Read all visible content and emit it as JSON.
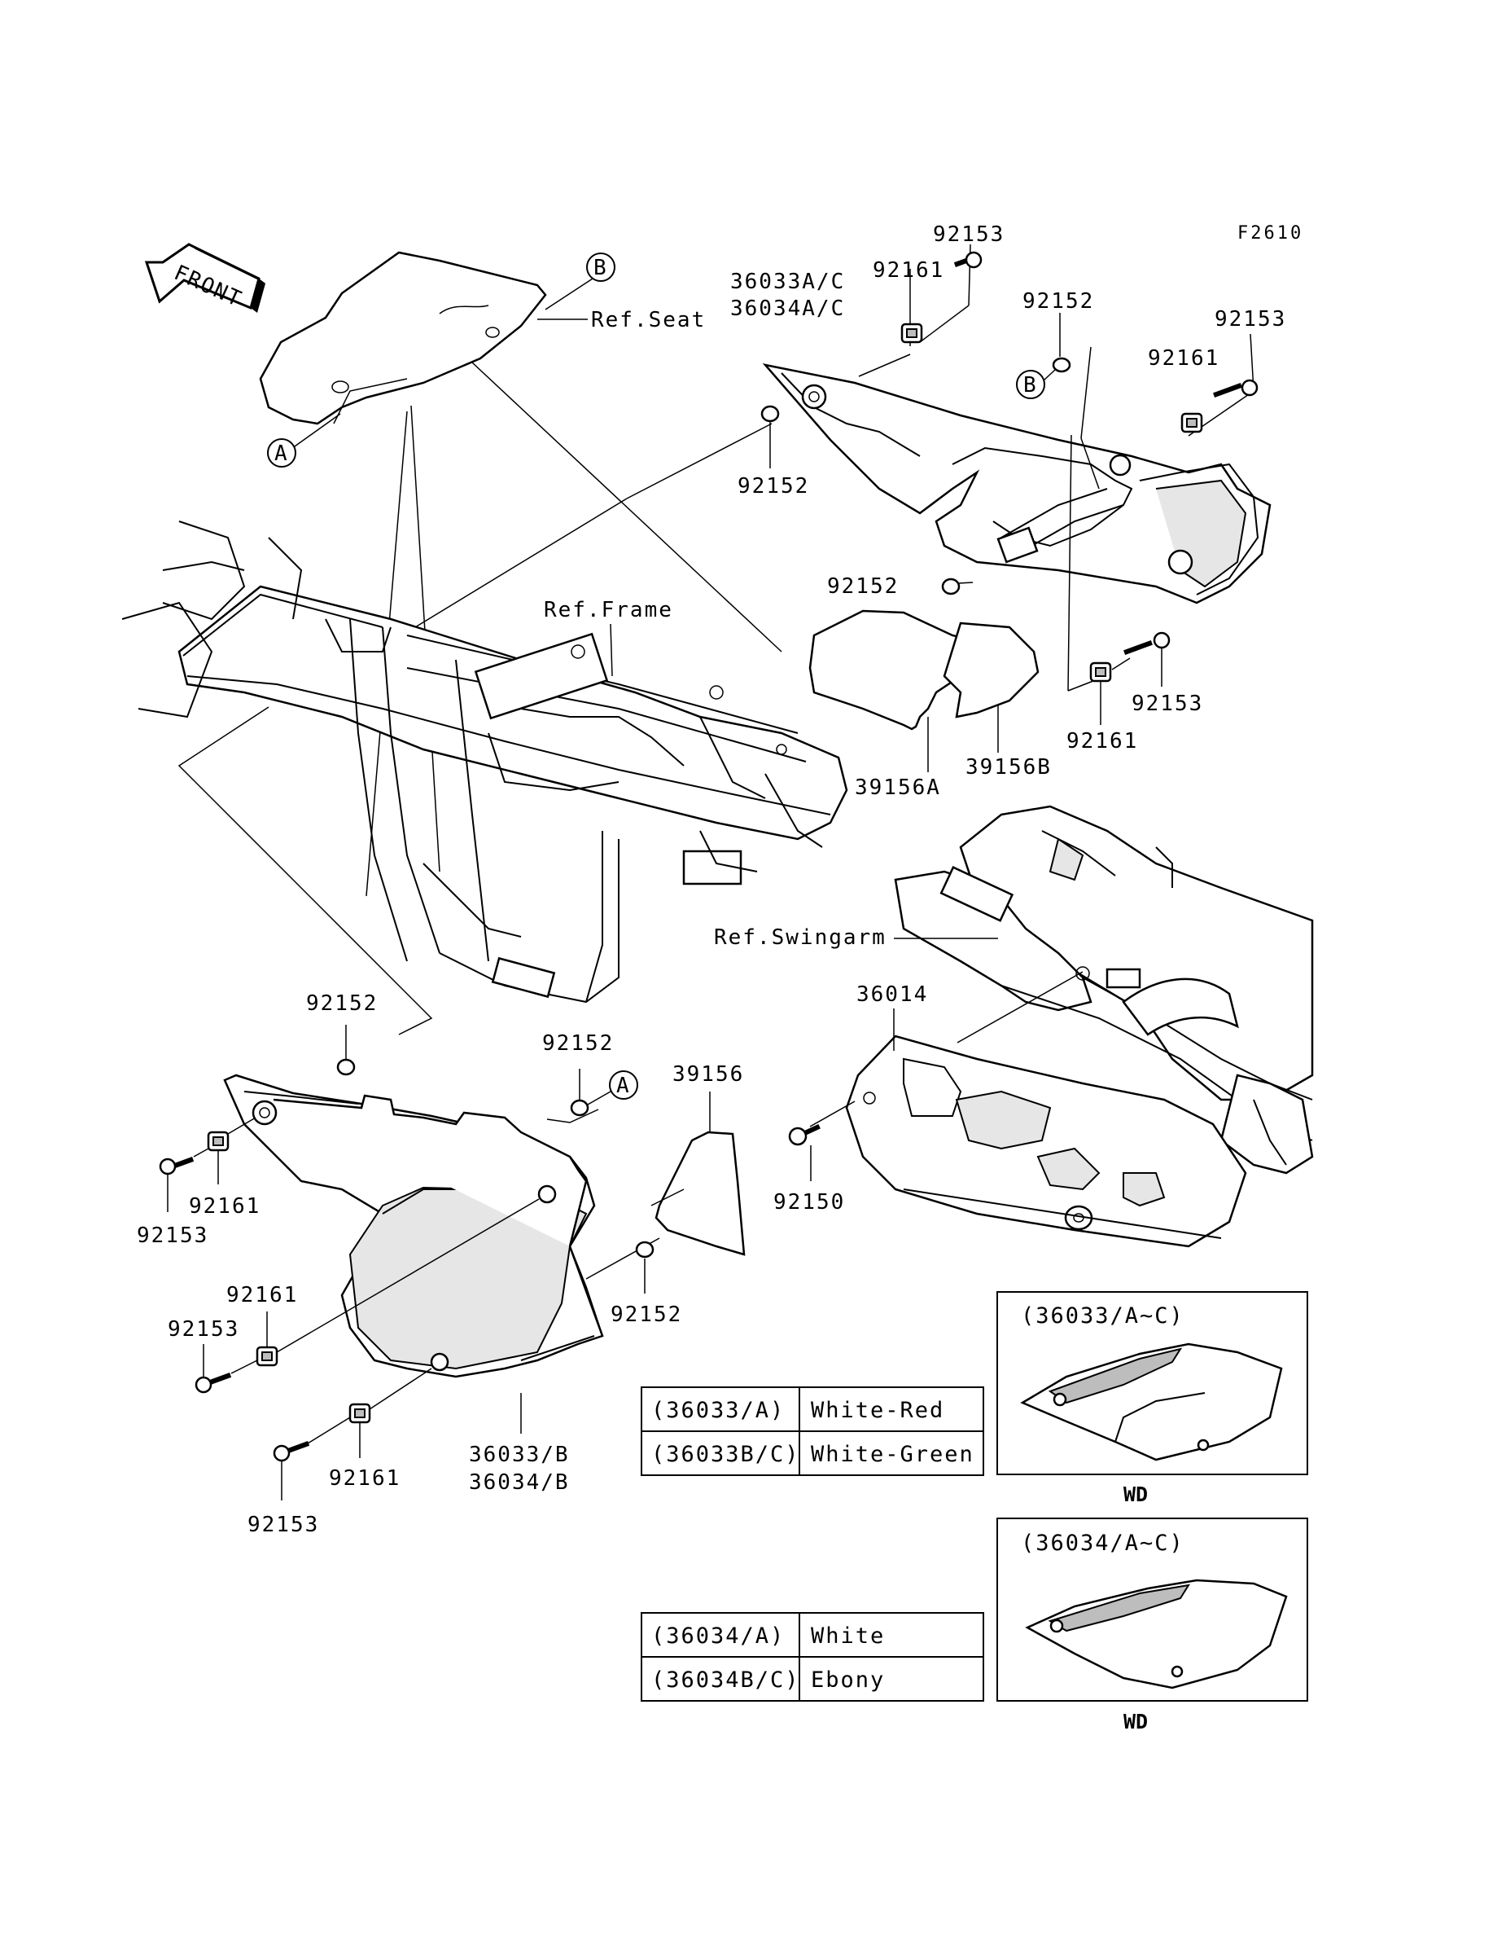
{
  "figure_code": "F2610",
  "front_label": "FRONT",
  "refs": {
    "seat": "Ref.Seat",
    "frame": "Ref.Frame",
    "swingarm": "Ref.Swingarm"
  },
  "markers": {
    "a": "A",
    "b": "B"
  },
  "parts": {
    "p92153_top": "92153",
    "p36033ac": "36033A/C",
    "p36034ac": "36034A/C",
    "p92161_top": "92161",
    "p92152_top": "92152",
    "p92153_right": "92153",
    "p92161_right": "92161",
    "p92152_left": "92152",
    "p92152_mid": "92152",
    "p92153_low": "92153",
    "p92161_low": "92161",
    "p39156a": "39156A",
    "p39156b": "39156B",
    "p36014": "36014",
    "p92150": "92150",
    "p92152_lower_left": "92152",
    "p92152_lower_mid": "92152",
    "p39156": "39156",
    "p92161_ll1": "92161",
    "p92153_ll1": "92153",
    "p92161_ll2": "92161",
    "p92153_ll2": "92153",
    "p92152_lower_right": "92152",
    "p92161_ll3": "92161",
    "p92153_ll3": "92153",
    "p36033b": "36033/B",
    "p36034b": "36034/B"
  },
  "color_table_36033": [
    {
      "code": "(36033/A)",
      "color": "White-Red"
    },
    {
      "code": "(36033B/C)",
      "color": "White-Green"
    }
  ],
  "color_table_36034": [
    {
      "code": "(36034/A)",
      "color": "White"
    },
    {
      "code": "(36034B/C)",
      "color": "Ebony"
    }
  ],
  "inset_36033": {
    "title": "(36033/A~C)",
    "caption": "WD"
  },
  "inset_36034": {
    "title": "(36034/A~C)",
    "caption": "WD"
  }
}
